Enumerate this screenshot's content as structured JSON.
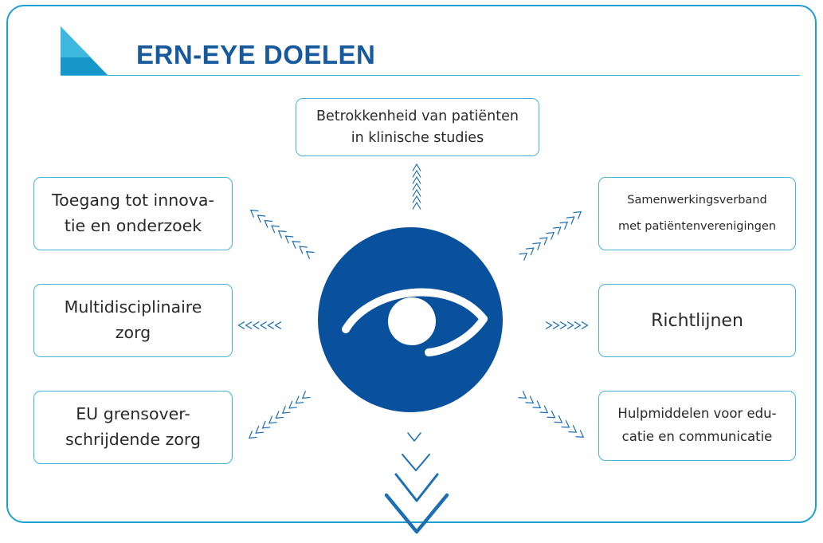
{
  "title": "ERN-EYE DOELEN",
  "colors": {
    "frame": "#1d9fcf",
    "title": "#17599d",
    "circle": "#09519c",
    "box_border": "#45b3d9",
    "arrow": "#1d6fb4",
    "triangle_light": "#3fb8e0",
    "triangle_dark": "#1598c9"
  },
  "center_icon": "eye-icon",
  "goals": {
    "top": {
      "lines": [
        "Betrokkenheid van patiënten",
        "in klinische studies"
      ]
    },
    "top_left": {
      "lines": [
        "Toegang tot innova-",
        "tie en onderzoek"
      ]
    },
    "middle_left": {
      "lines": [
        "Multidisciplinaire",
        "zorg"
      ]
    },
    "bottom_left": {
      "lines": [
        "EU grensover-",
        "schrijdende zorg"
      ]
    },
    "top_right": {
      "lines": [
        "Samenwerkingsverband",
        "met patiëntenverenigingen"
      ]
    },
    "middle_right": {
      "lines": [
        "Richtlijnen"
      ]
    },
    "bottom_right": {
      "lines": [
        "Hulpmiddelen voor edu-",
        "catie en communicatie"
      ]
    }
  }
}
